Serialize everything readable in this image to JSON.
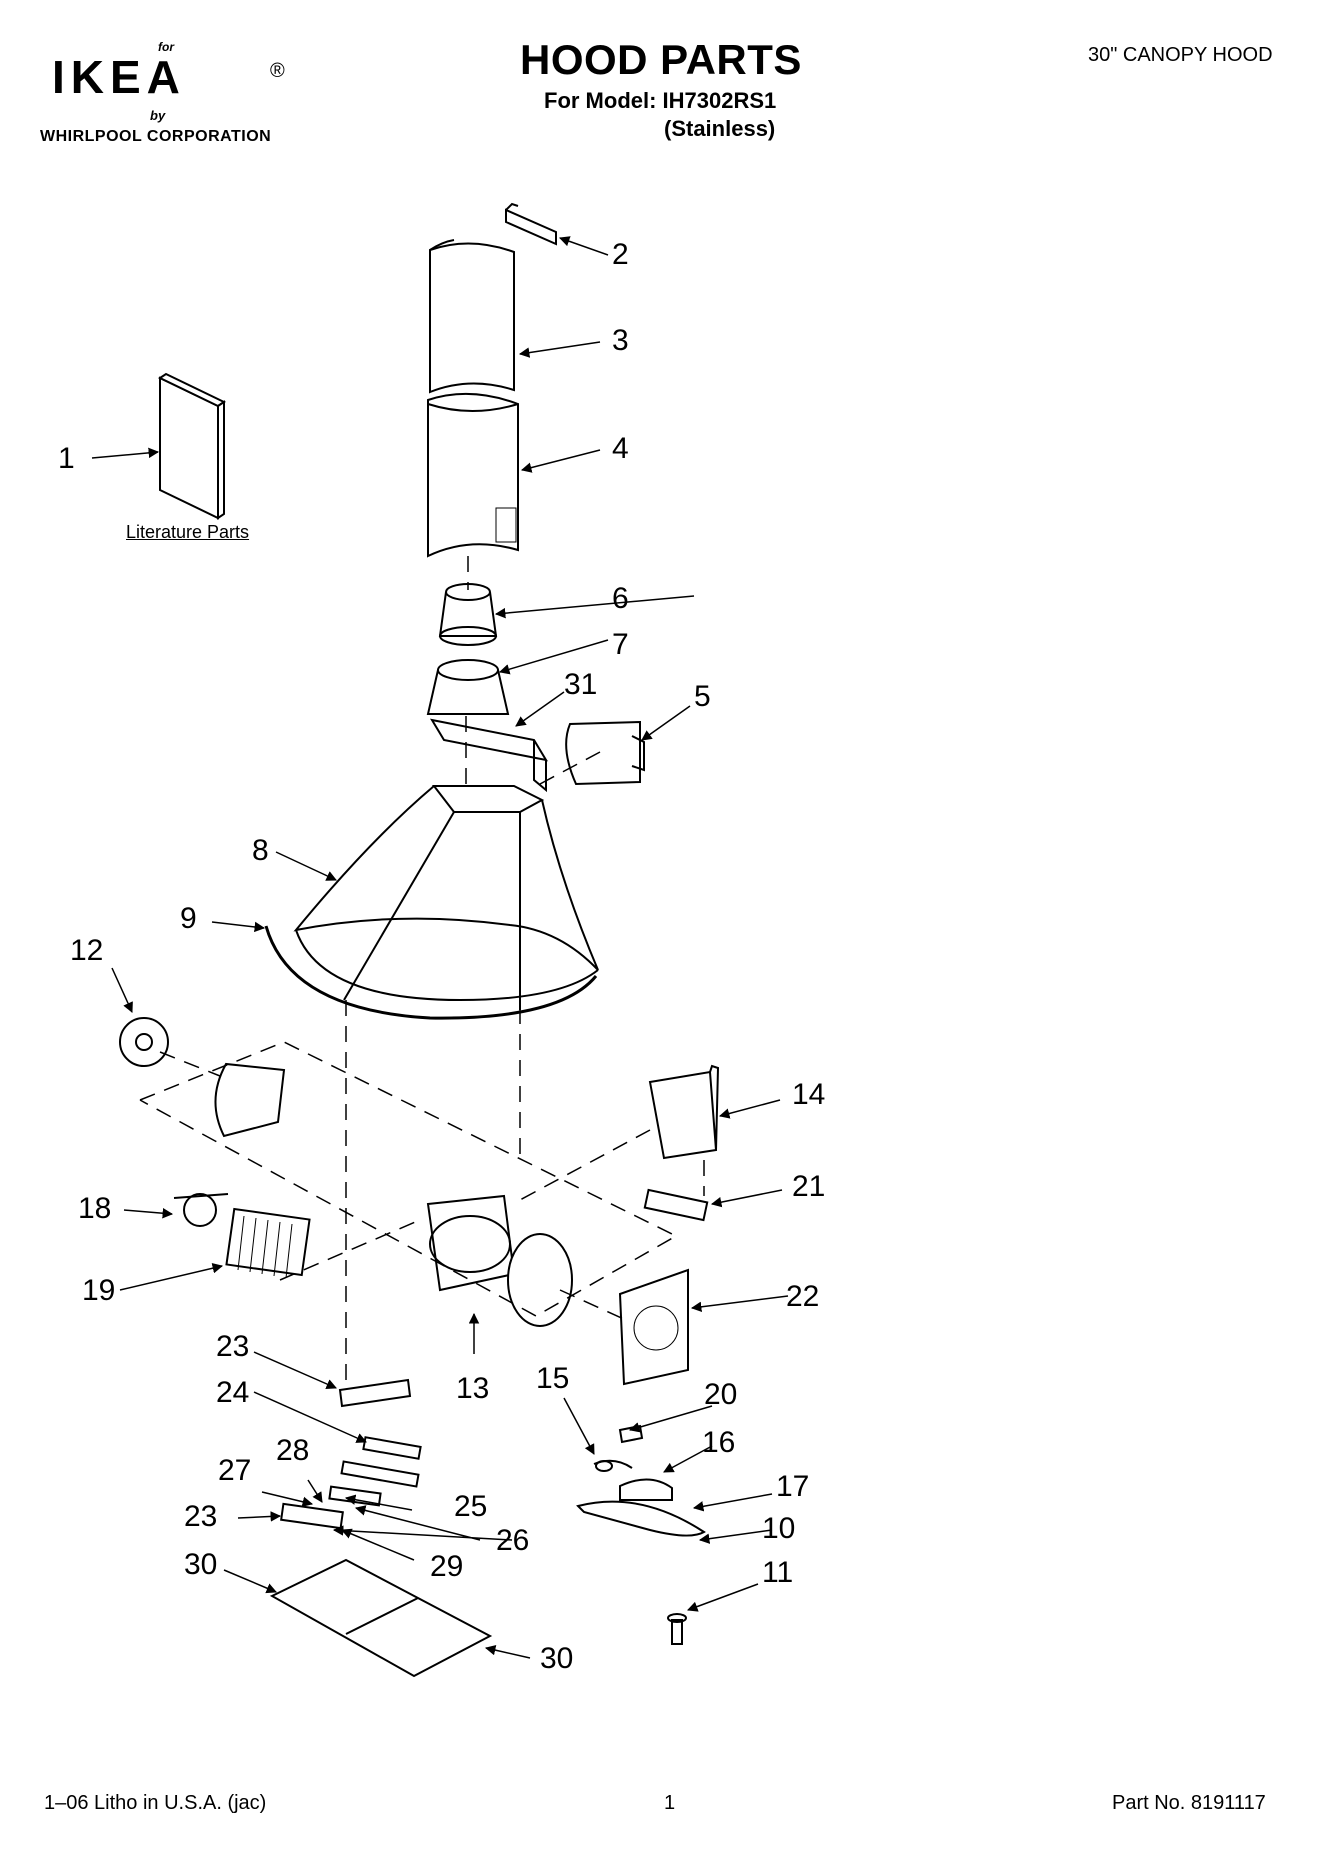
{
  "header": {
    "brand_for": "for",
    "brand_name": "IKEA",
    "brand_reg": "®",
    "brand_by": "by",
    "brand_corp": "WHIRLPOOL  CORPORATION",
    "title": "HOOD PARTS",
    "model_line": "For Model: IH7302RS1",
    "variant": "(Stainless)",
    "product_type": "30\" CANOPY HOOD"
  },
  "literature_label": "Literature Parts",
  "callouts": [
    {
      "id": "c1",
      "label": "1"
    },
    {
      "id": "c2",
      "label": "2"
    },
    {
      "id": "c3",
      "label": "3"
    },
    {
      "id": "c4",
      "label": "4"
    },
    {
      "id": "c5",
      "label": "5"
    },
    {
      "id": "c6",
      "label": "6"
    },
    {
      "id": "c7",
      "label": "7"
    },
    {
      "id": "c8",
      "label": "8"
    },
    {
      "id": "c9",
      "label": "9"
    },
    {
      "id": "c10",
      "label": "10"
    },
    {
      "id": "c11",
      "label": "11"
    },
    {
      "id": "c12",
      "label": "12"
    },
    {
      "id": "c13",
      "label": "13"
    },
    {
      "id": "c14",
      "label": "14"
    },
    {
      "id": "c15",
      "label": "15"
    },
    {
      "id": "c16",
      "label": "16"
    },
    {
      "id": "c17",
      "label": "17"
    },
    {
      "id": "c18",
      "label": "18"
    },
    {
      "id": "c19",
      "label": "19"
    },
    {
      "id": "c20",
      "label": "20"
    },
    {
      "id": "c21",
      "label": "21"
    },
    {
      "id": "c22",
      "label": "22"
    },
    {
      "id": "c23a",
      "label": "23"
    },
    {
      "id": "c23b",
      "label": "23"
    },
    {
      "id": "c24",
      "label": "24"
    },
    {
      "id": "c25",
      "label": "25"
    },
    {
      "id": "c26",
      "label": "26"
    },
    {
      "id": "c27",
      "label": "27"
    },
    {
      "id": "c28",
      "label": "28"
    },
    {
      "id": "c29",
      "label": "29"
    },
    {
      "id": "c30a",
      "label": "30"
    },
    {
      "id": "c30b",
      "label": "30"
    },
    {
      "id": "c31",
      "label": "31"
    }
  ],
  "footer": {
    "litho": "1–06 Litho in U.S.A. (jac)",
    "page_number": "1",
    "part_no": "Part No. 8191117"
  }
}
